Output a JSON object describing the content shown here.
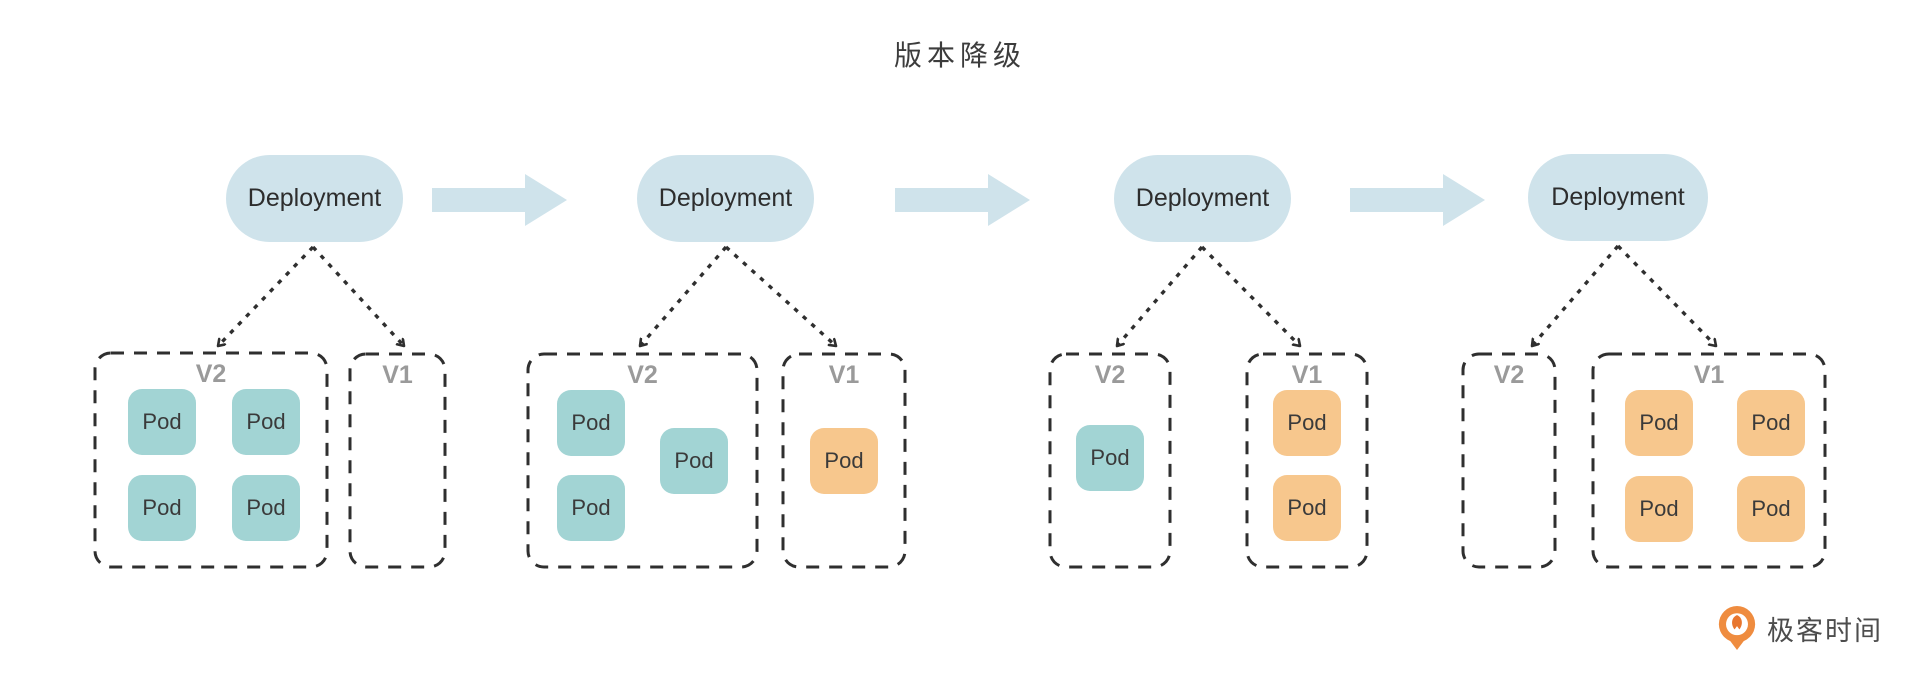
{
  "title": "版本降级",
  "diagram": {
    "node_label": "Deployment",
    "pod_label": "Pod",
    "stages": [
      {
        "name": "step-1",
        "groups": [
          {
            "label": "V2",
            "pod_color": "teal",
            "pod_count": 4
          },
          {
            "label": "V1",
            "pod_color": "orange",
            "pod_count": 0
          }
        ]
      },
      {
        "name": "step-2",
        "groups": [
          {
            "label": "V2",
            "pod_color": "teal",
            "pod_count": 3
          },
          {
            "label": "V1",
            "pod_color": "orange",
            "pod_count": 1
          }
        ]
      },
      {
        "name": "step-3",
        "groups": [
          {
            "label": "V2",
            "pod_color": "teal",
            "pod_count": 1
          },
          {
            "label": "V1",
            "pod_color": "orange",
            "pod_count": 2
          }
        ]
      },
      {
        "name": "step-4",
        "groups": [
          {
            "label": "V2",
            "pod_color": "teal",
            "pod_count": 0
          },
          {
            "label": "V1",
            "pod_color": "orange",
            "pod_count": 4
          }
        ]
      }
    ]
  },
  "colors": {
    "node_fill": "#cfe3eb",
    "flow_arrow_fill": "#cfe3eb",
    "pod_teal": "#a2d4d4",
    "pod_orange": "#f7c78d",
    "dashed_border": "#2f2f2f",
    "version_label": "#9a9a9a",
    "logo_orange": "#ef8c3f"
  },
  "footer": {
    "brand": "极客时间"
  }
}
